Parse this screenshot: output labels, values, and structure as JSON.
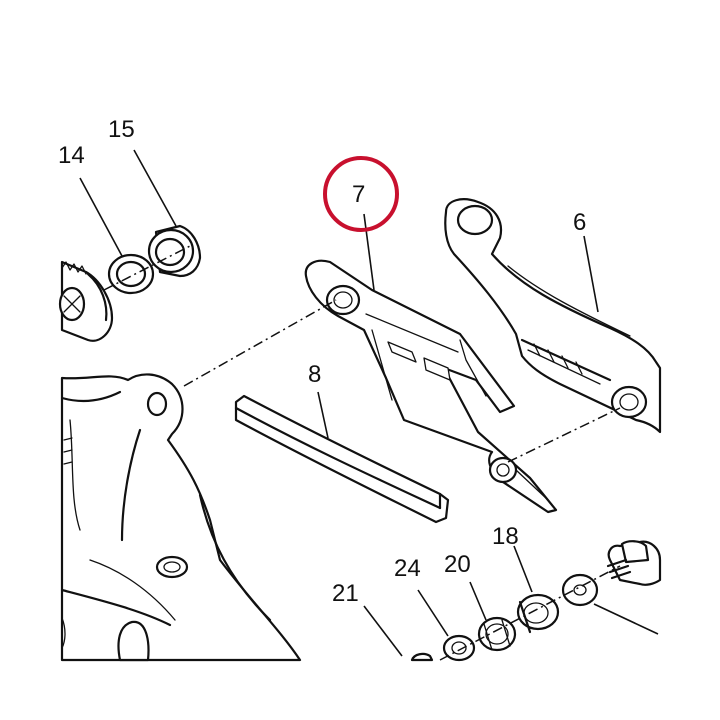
{
  "diagram": {
    "callouts": {
      "p14": "14",
      "p15": "15",
      "p7": "7",
      "p6": "6",
      "p8": "8",
      "p18": "18",
      "p24": "24",
      "p20": "20",
      "p21": "21"
    },
    "highlight_color": "#c8102e",
    "highlighted_part": "7"
  }
}
